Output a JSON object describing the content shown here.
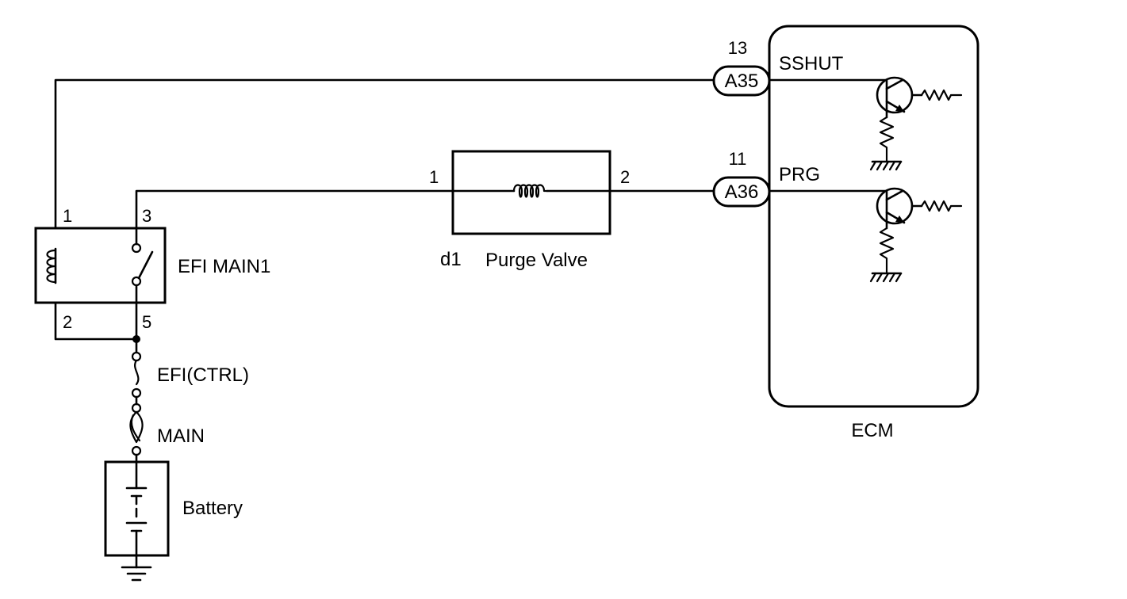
{
  "components": {
    "relay": {
      "label": "EFI MAIN1",
      "pins": [
        "1",
        "3",
        "2",
        "5"
      ]
    },
    "fuse_ctrl": {
      "label": "EFI(CTRL)"
    },
    "fuse_main": {
      "label": "MAIN"
    },
    "battery": {
      "label": "Battery"
    },
    "purge_valve": {
      "label": "Purge Valve",
      "code": "d1",
      "pins": [
        "1",
        "2"
      ]
    },
    "ecm": {
      "label": "ECM"
    }
  },
  "connectors": [
    {
      "id": "A35",
      "pin": "13",
      "signal": "SSHUT"
    },
    {
      "id": "A36",
      "pin": "11",
      "signal": "PRG"
    }
  ]
}
